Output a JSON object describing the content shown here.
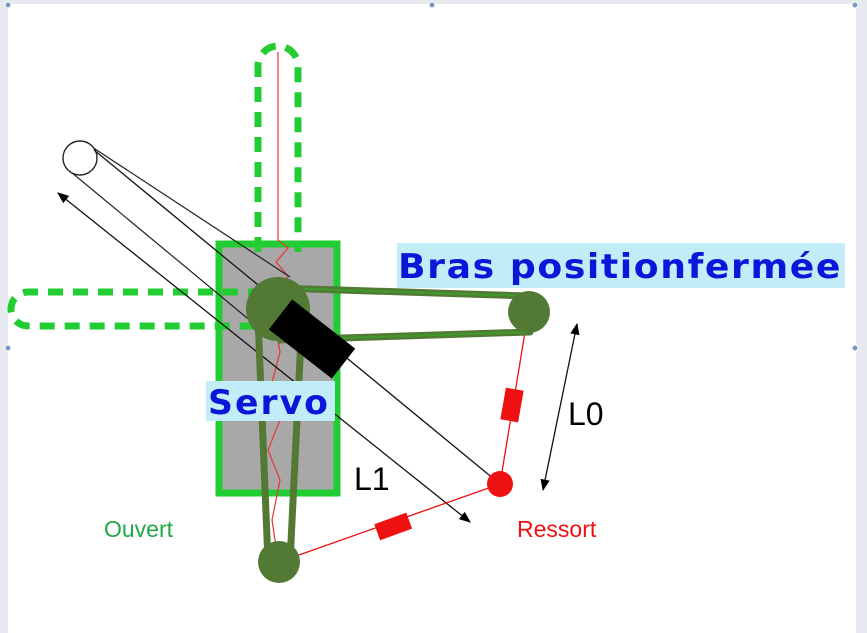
{
  "labels": {
    "bras": "Bras positionfermée",
    "servo": "Servo",
    "l0": "L0",
    "l1": "L1",
    "ouvert": "Ouvert",
    "ressort": "Ressort"
  },
  "colors": {
    "green_bright": "#22cc33",
    "green_dark": "#527a35",
    "servo_body": "#a8a8a8",
    "label_bg": "#c2ecf8",
    "label_blue": "#0b16d8",
    "spring_red": "#ee1111",
    "ouvert_green": "#1fa845"
  }
}
